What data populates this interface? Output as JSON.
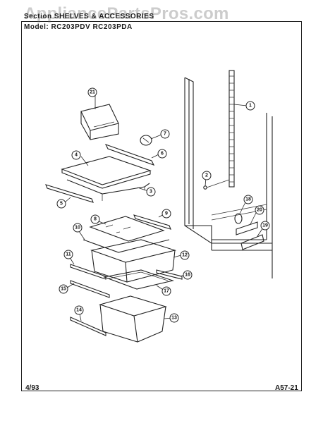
{
  "watermark": "AppliancePartsPros.com",
  "header": {
    "section_line": "Section  SHELVES & ACCESSORIES",
    "model_line": "Model: RC203PDV  RC203PDA"
  },
  "footer": {
    "date": "4/93",
    "code": "A57-21"
  },
  "callouts": [
    "21",
    "7",
    "6",
    "4",
    "3",
    "5",
    "2",
    "1",
    "18",
    "20",
    "19",
    "8",
    "9",
    "10",
    "12",
    "11",
    "16",
    "15",
    "17",
    "14",
    "13"
  ]
}
